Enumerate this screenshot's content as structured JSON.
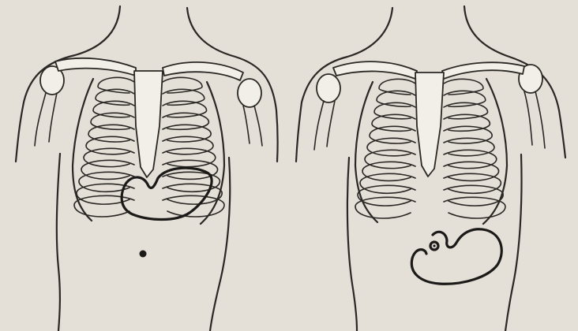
{
  "plate": {
    "background": "#e4e0d8",
    "ink": "#2a2724",
    "figures": [
      {
        "key": "left",
        "organ": "stomach-outline-high-under-ribs"
      },
      {
        "key": "right",
        "organ": "stomach-outline-low-below-ribs"
      }
    ]
  }
}
